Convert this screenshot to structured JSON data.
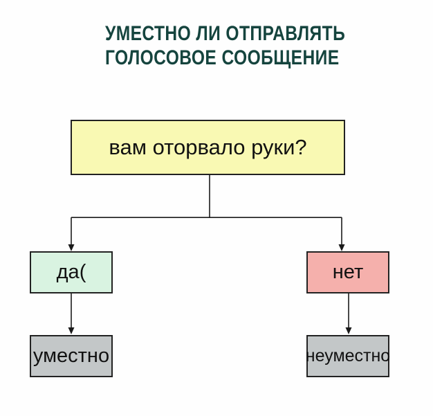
{
  "title": {
    "line1": "УМЕСТНО ЛИ ОТПРАВЛЯТЬ",
    "line2": "ГОЛОСОВОЕ СООБЩЕНИЕ",
    "color": "#15443e"
  },
  "flowchart": {
    "root": {
      "label": "вам оторвало руки?",
      "fill": "#f9f9b3"
    },
    "branches": [
      {
        "answer": {
          "label": "да(",
          "fill": "#d9f3e1"
        },
        "outcome": {
          "label": "уместно",
          "fill": "#c3c7c8"
        }
      },
      {
        "answer": {
          "label": "нет",
          "fill": "#f5b0ac"
        },
        "outcome": {
          "label": "неуместно",
          "fill": "#c3c7c8"
        }
      }
    ],
    "line_color": "#1a1a1a",
    "border_color": "#222222"
  }
}
